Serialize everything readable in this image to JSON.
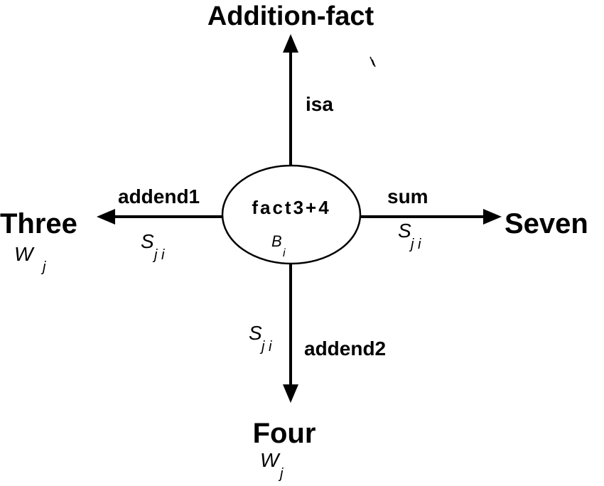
{
  "nodes": {
    "top": "Addition-fact",
    "left": "Three",
    "right": "Seven",
    "bottom": "Four",
    "center": "fact3+4"
  },
  "edges": {
    "up": "isa",
    "left": "addend1",
    "right": "sum",
    "down": "addend2"
  },
  "params": {
    "weight_base": "W",
    "weight_sub": "j",
    "strength_base": "S",
    "strength_sub": "j i",
    "baselevel_base": "B",
    "baselevel_sub": "i"
  }
}
